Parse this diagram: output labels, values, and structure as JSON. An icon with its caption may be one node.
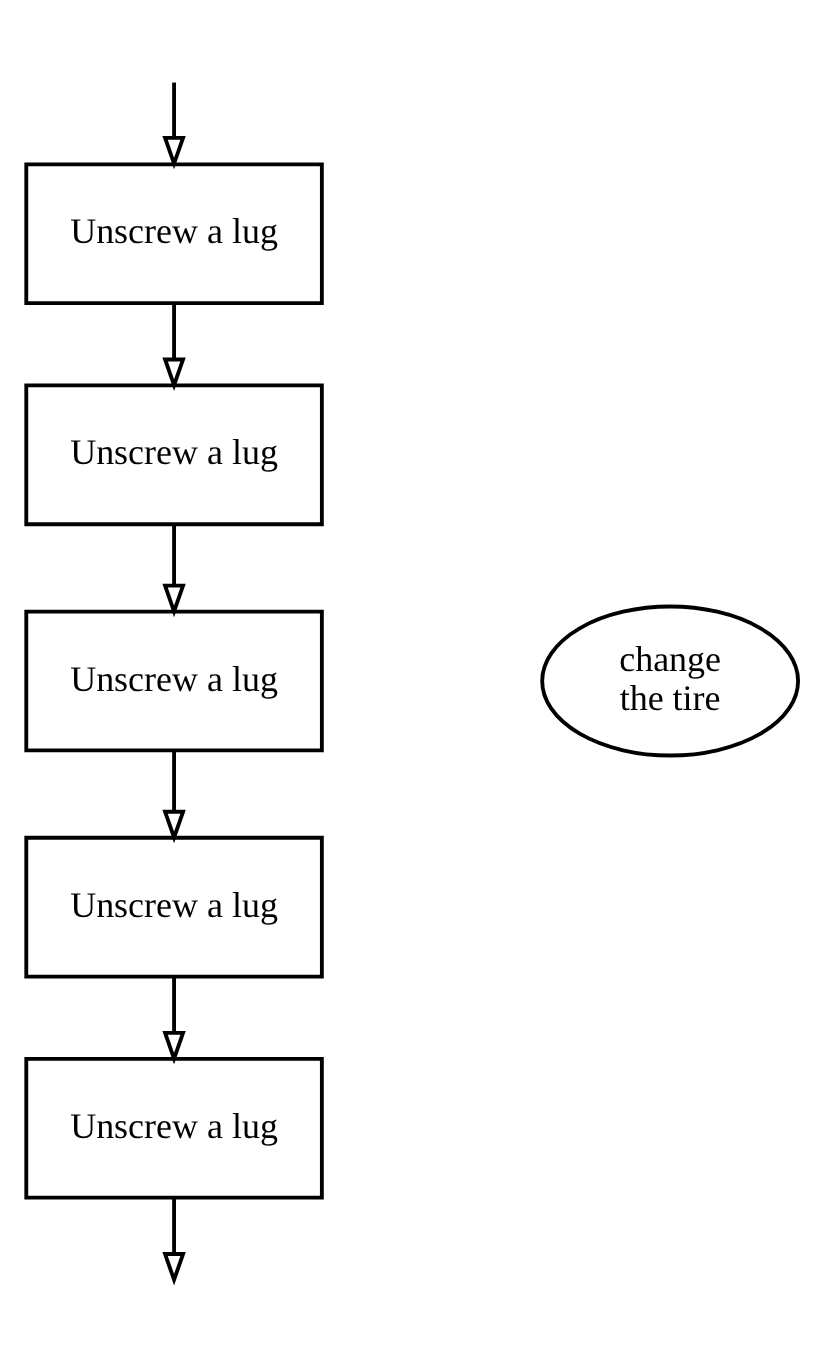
{
  "diagram": {
    "nodes": [
      {
        "text": [
          "Unscrew a lug"
        ]
      },
      {
        "text": [
          "Unscrew a lug"
        ]
      },
      {
        "text": [
          "Unscrew a lug"
        ]
      },
      {
        "text": [
          "Unscrew a lug"
        ]
      },
      {
        "text": [
          "Unscrew a lug"
        ]
      },
      {
        "text": [
          "change the tire"
        ]
      }
    ],
    "edges": [
      {
        "from": null,
        "to": 0,
        "arrow": "to"
      },
      {
        "from": 0,
        "to": 1,
        "arrow": "to"
      },
      {
        "from": 1,
        "to": 2,
        "arrow": "to"
      },
      {
        "from": 2,
        "to": 3,
        "arrow": "to"
      },
      {
        "from": 3,
        "to": 4,
        "arrow": "to"
      },
      {
        "from": 4,
        "to": null,
        "arrow": "to"
      }
    ]
  }
}
